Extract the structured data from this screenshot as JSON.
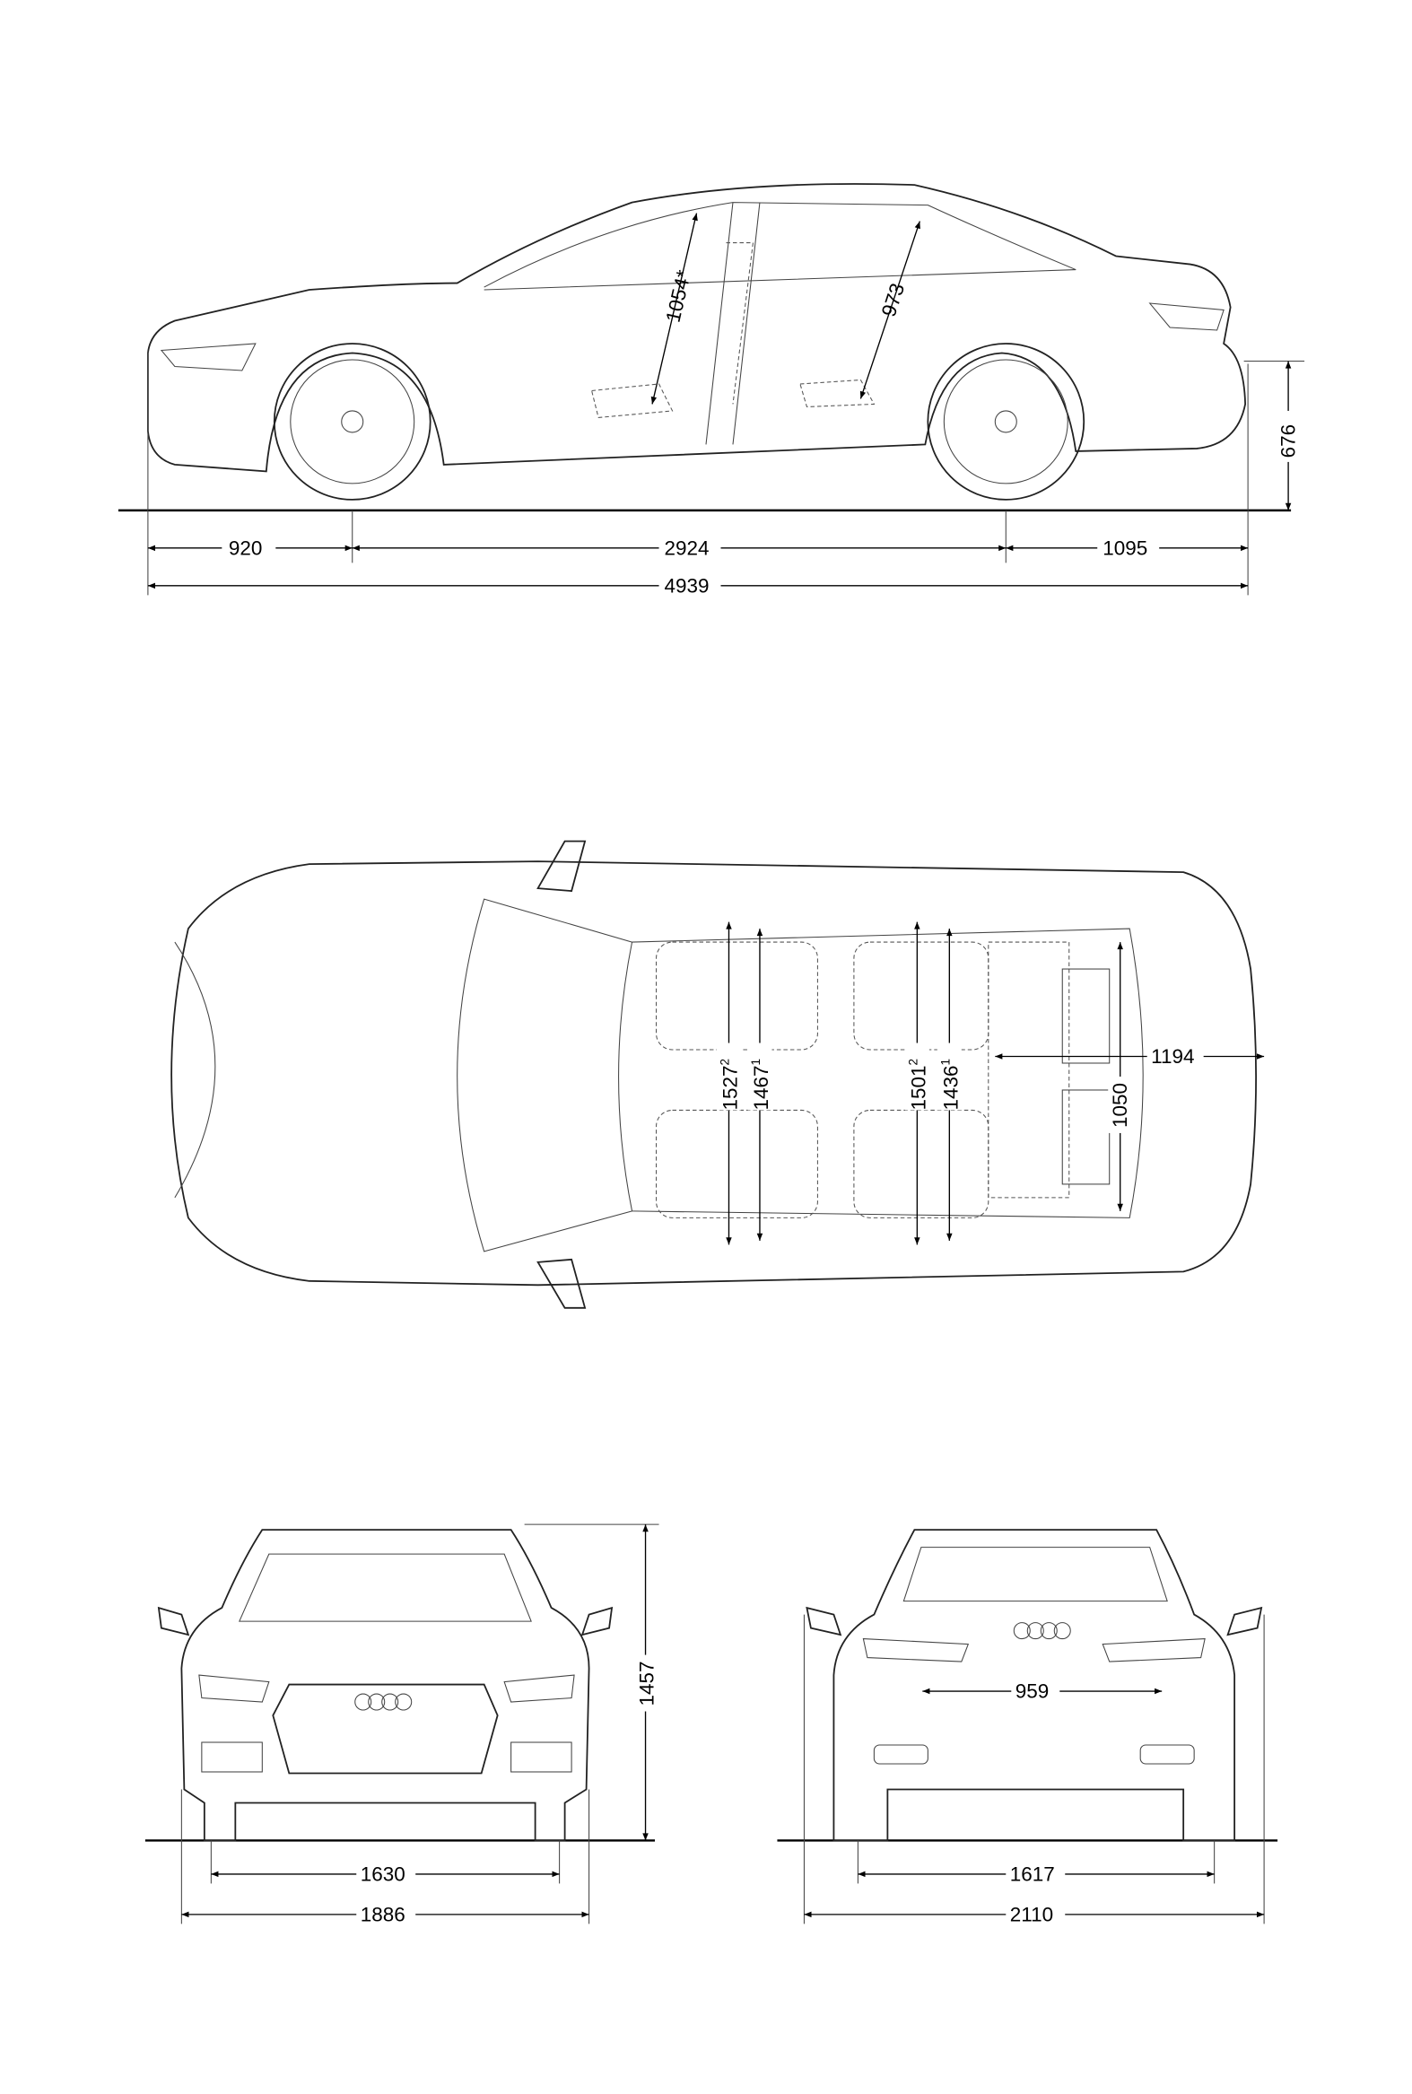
{
  "side_view": {
    "front_overhang": "920",
    "wheelbase": "2924",
    "rear_overhang": "1095",
    "overall_length": "4939",
    "rear_bumper_height": "676",
    "front_headroom": "1054*",
    "rear_headroom": "973"
  },
  "top_view": {
    "front_shoulder_width": "1527",
    "front_shoulder_note": "2",
    "front_elbow_width": "1467",
    "front_elbow_note": "1",
    "rear_shoulder_width": "1501",
    "rear_shoulder_note": "2",
    "rear_elbow_width": "1436",
    "rear_elbow_note": "1",
    "trunk_length": "1194",
    "trunk_width": "1050"
  },
  "front_view": {
    "overall_height": "1457",
    "front_track": "1630",
    "width": "1886"
  },
  "rear_view": {
    "trunk_opening_width": "959",
    "rear_track": "1617",
    "width_with_mirrors": "2110"
  }
}
